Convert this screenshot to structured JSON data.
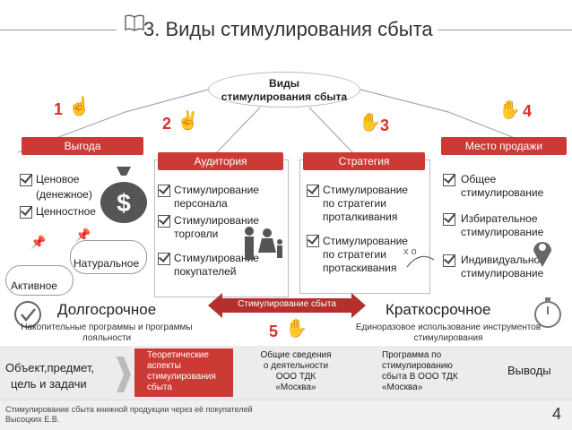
{
  "header": {
    "title": "3. Виды стимулирования сбыта",
    "book_icon": "open-book-icon"
  },
  "center": {
    "line1": "Виды",
    "line2": "стимулирования сбыта"
  },
  "numbers": {
    "n1": "1",
    "n2": "2",
    "n3": "3",
    "n4": "4",
    "n5": "5"
  },
  "categories": {
    "benefit": {
      "title": "Выгода",
      "items": [
        "Ценовое",
        "(денежное)",
        "Ценностное"
      ],
      "tags": [
        "Натуральное",
        "Активное"
      ]
    },
    "audience": {
      "title": "Аудитория",
      "items": [
        [
          "Стимулирование",
          "персонала"
        ],
        [
          "Стимулирование",
          "торговли"
        ],
        [
          "Стимулирование",
          "покупателей"
        ]
      ]
    },
    "strategy": {
      "title": "Стратегия",
      "items": [
        [
          "Стимулирование",
          "по стратегии",
          "проталкивания"
        ],
        [
          "Стимулирование",
          "по стратегии",
          "протаскивания"
        ]
      ]
    },
    "place": {
      "title": "Место продажи",
      "items": [
        [
          "Общее",
          "стимулирование"
        ],
        [
          "Избирательное",
          "стимулирование"
        ],
        [
          "Индивидуальное",
          "стимулирование"
        ]
      ]
    }
  },
  "arrow": {
    "label": "Стимулирование сбыта"
  },
  "terms": {
    "long": {
      "title": "Долгосрочное",
      "desc1": "Накопительные программы и программы",
      "desc2": "лояльности"
    },
    "short": {
      "title": "Краткосрочное",
      "desc1": "Единоразовое использование инструментов",
      "desc2": "стимулирования"
    }
  },
  "flow": {
    "f1": [
      "Объект,предмет,",
      "цель и задачи"
    ],
    "f2": [
      "Теоретические",
      "аспекты",
      "стимулирования",
      "сбыта"
    ],
    "f3": [
      "Общие сведения",
      "о деятельности",
      "ООО ТДК",
      "«Москва»"
    ],
    "f4": [
      "Программа по",
      "стимулированию",
      "сбыта В ООО ТДК",
      "«Москва»"
    ],
    "f5": "Выводы"
  },
  "footer": {
    "text1": "Стимулирование сбыта книжной продукции через её покупателей",
    "text2": "Высоцких Е.В.",
    "page": "4"
  },
  "colors": {
    "accent": "#cc3a35",
    "strip": "#ececec",
    "dark_red": "#b3302c"
  }
}
